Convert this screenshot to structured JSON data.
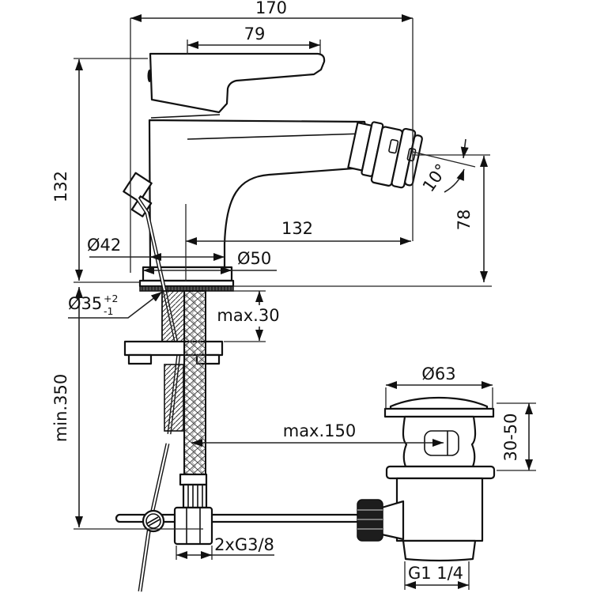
{
  "drawing": {
    "title": "Bidet mixer with pop-up waste - dimensional drawing",
    "dimensions": {
      "overall_projection": "170",
      "handle_length": "79",
      "height_above_deck": "132",
      "spout_reach": "132",
      "body_diameter": "Ø42",
      "base_diameter": "Ø50",
      "hole_diameter": "Ø35",
      "hole_tolerance_plus": "+2",
      "hole_tolerance_minus": "-1",
      "deck_thickness": "max.30",
      "hose_clearance": "min.350",
      "rod_reach": "max.150",
      "spray_angle": "10°",
      "outlet_height": "78",
      "waste_flange_diameter": "Ø63",
      "waste_adjust_height": "30-50",
      "supply_connection": "2xG3/8",
      "waste_thread": "G1 1/4"
    }
  }
}
